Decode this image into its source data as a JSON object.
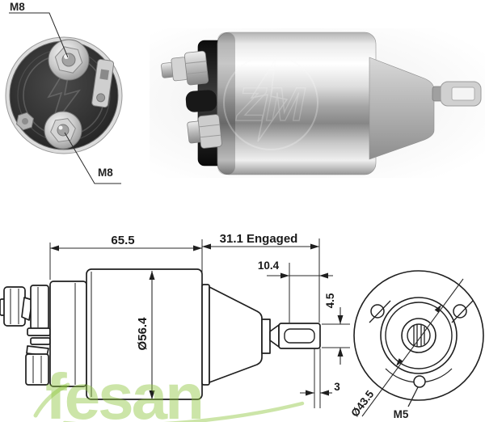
{
  "sheet": {
    "description": "Starter solenoid product sheet: rear photo, side photo and dimensioned technical drawing"
  },
  "photos": {
    "rear_view": {
      "labels": {
        "terminal_top": "M8",
        "terminal_bottom": "M8"
      }
    }
  },
  "drawing": {
    "side_view": {
      "body_length": "65.5",
      "engaged_length": "31.1 Engaged",
      "plunger_depth": "10.4",
      "eye_height": "4.5",
      "body_diameter": "Ø56.4",
      "eye_end_width": "3"
    },
    "end_view": {
      "bolt_circle_diameter": "Ø43.5",
      "stud_thread": "M5"
    }
  },
  "watermarks": {
    "zm": "ZM",
    "fesan": "fesan"
  },
  "colors": {
    "line": "#1f1f1f",
    "dimension_text": "#1a1a1a",
    "watermark_green": "#8dc63f",
    "chrome_light": "#f5f5f5",
    "chrome_dark": "#8a8a8a",
    "cap_gray": "#b5b5b5",
    "cap_black": "#1a1a1a"
  }
}
